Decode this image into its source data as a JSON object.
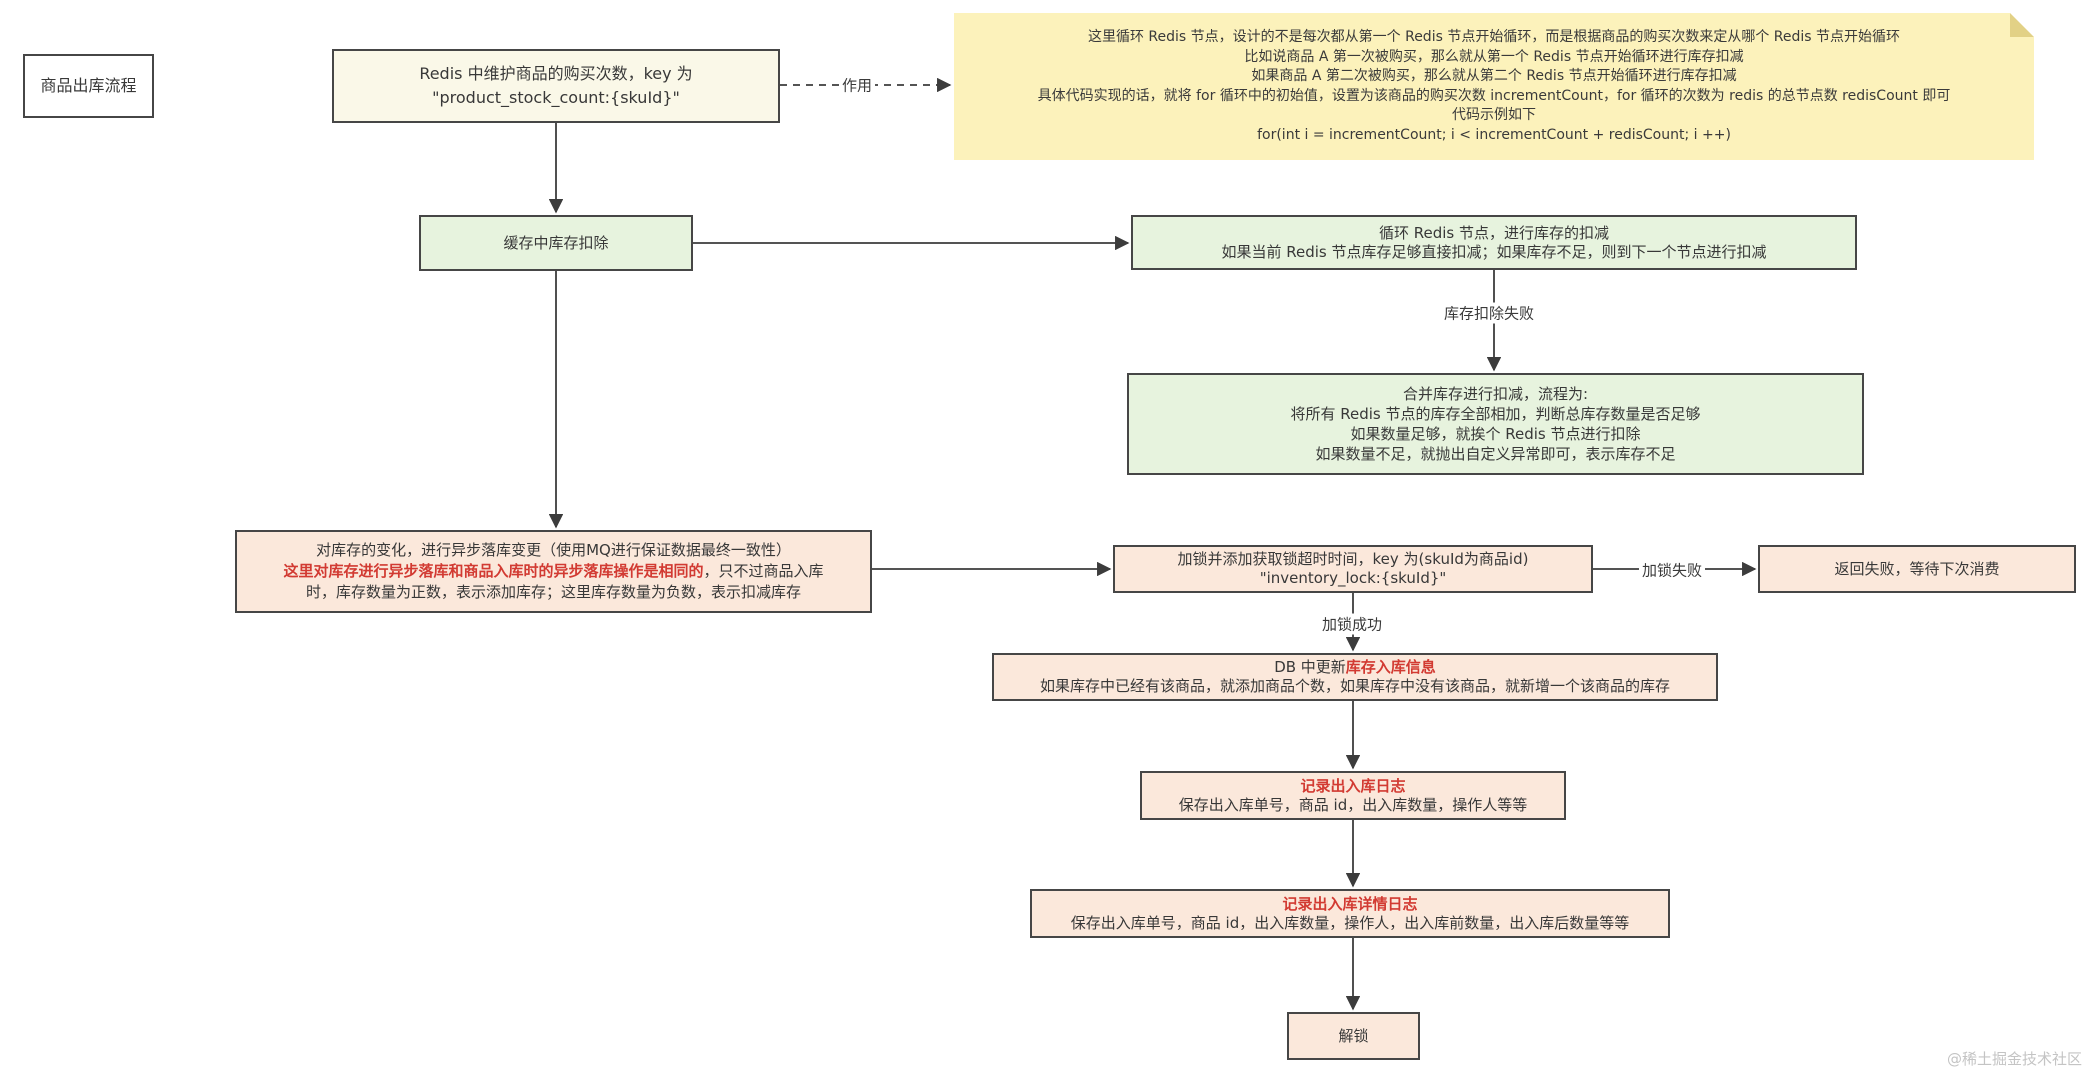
{
  "title_box": {
    "label": "商品出库流程"
  },
  "redis_box": {
    "line1": "Redis 中维护商品的购买次数，key 为",
    "line2": "\"product_stock_count:{skuId}\""
  },
  "note": {
    "line1": "这里循环 Redis 节点，设计的不是每次都从第一个 Redis 节点开始循环，而是根据商品的购买次数来定从哪个 Redis 节点开始循环",
    "line2": "比如说商品 A 第一次被购买，那么就从第一个 Redis 节点开始循环进行库存扣减",
    "line3": "如果商品 A 第二次被购买，那么就从第二个 Redis 节点开始循环进行库存扣减",
    "line4": "具体代码实现的话，就将 for 循环中的初始值，设置为该商品的购买次数 incrementCount，for 循环的次数为 redis 的总节点数 redisCount 即可",
    "line5": "代码示例如下",
    "line6": "for(int i = incrementCount; i < incrementCount + redisCount; i ++)"
  },
  "edge_labels": {
    "effect": "作用",
    "stock_deduct_fail": "库存扣除失败",
    "lock_success": "加锁成功",
    "lock_fail": "加锁失败"
  },
  "cache_box": {
    "label": "缓存中库存扣除"
  },
  "loop_box": {
    "line1": "循环 Redis 节点，进行库存的扣减",
    "line2": "如果当前 Redis 节点库存足够直接扣减；如果库存不足，则到下一个节点进行扣减"
  },
  "merge_box": {
    "line1": "合并库存进行扣减，流程为:",
    "line2": "将所有 Redis 节点的库存全部相加，判断总库存数量是否足够",
    "line3": "如果数量足够，就挨个 Redis 节点进行扣除",
    "line4": "如果数量不足，就抛出自定义异常即可，表示库存不足"
  },
  "async_box": {
    "line1": "对库存的变化，进行异步落库变更（使用MQ进行保证数据最终一致性）",
    "line2_red": "这里对库存进行异步落库和商品入库时的异步落库操作是相同的",
    "line2_tail": "，只不过商品入库",
    "line3": "时，库存数量为正数，表示添加库存；这里库存数量为负数，表示扣减库存"
  },
  "lock_box": {
    "line1": "加锁并添加获取锁超时时间，key 为(skuId为商品id)",
    "line2": "\"inventory_lock:{skuId}\""
  },
  "fail_box": {
    "label": "返回失败，等待下次消费"
  },
  "db_box": {
    "line1_head": "DB 中更新",
    "line1_red": "库存入库信息",
    "line2": "如果库存中已经有该商品，就添加商品个数，如果库存中没有该商品，就新增一个该商品的库存"
  },
  "log_box": {
    "title": "记录出入库日志",
    "detail": "保存出入库单号，商品 id，出入库数量，操作人等等"
  },
  "detail_box": {
    "title": "记录出入库详情日志",
    "detail": "保存出入库单号，商品 id，出入库数量，操作人，出入库前数量，出入库后数量等等"
  },
  "unlock_box": {
    "label": "解锁"
  },
  "watermark": {
    "text": "@稀土掘金技术社区"
  },
  "colors": {
    "note_fill": "#FCF2BB",
    "note_fold": "#E2D186",
    "green_fill": "#E7F3DE",
    "pink_fill": "#FBE8DB",
    "cream_fill": "#FAF8E8",
    "border": "#464646",
    "red_text": "#D23A32",
    "arrow": "#3C3C3C",
    "watermark_text": "#C4C4C4"
  }
}
